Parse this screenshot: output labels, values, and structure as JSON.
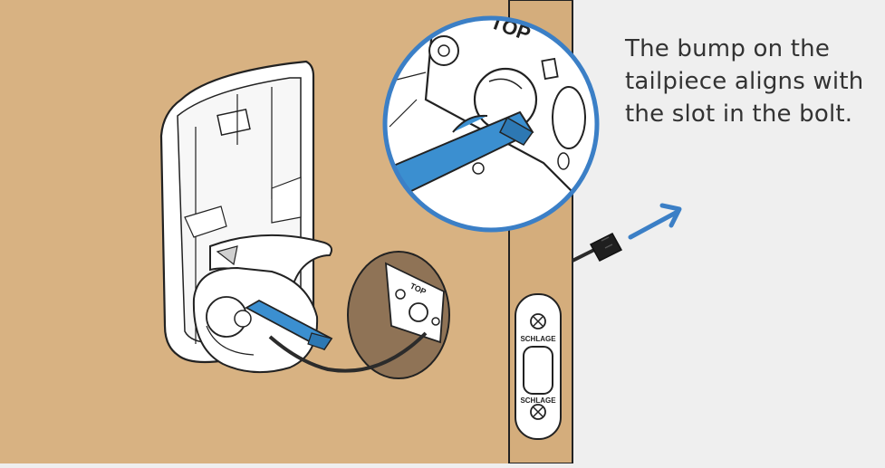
{
  "caption": "The bump on the tailpiece aligns with the slot in the bolt.",
  "labels": {
    "top_zoom": "TOP",
    "top_door": "TOP",
    "plate_top": "SCHLAGE",
    "plate_bottom": "SCHLAGE"
  },
  "colors": {
    "door_wood": "#d8b282",
    "door_edge": "#c9a16e",
    "wall": "#efefef",
    "tailpiece": "#3b8fd0",
    "zoom_ring": "#3b7fc6",
    "arrow": "#3b7fc6",
    "cable": "#2b2b2b",
    "outline": "#222222"
  },
  "icons": [
    "zoom-callout-icon",
    "direction-arrow-icon",
    "cable-connector-icon"
  ]
}
